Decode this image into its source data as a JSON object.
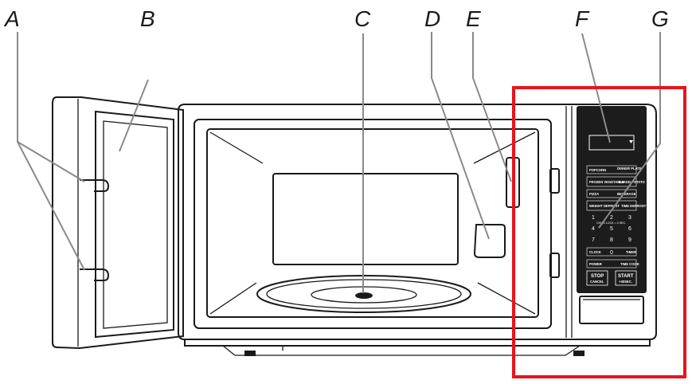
{
  "callouts": {
    "a": "A",
    "b": "B",
    "c": "C",
    "d": "D",
    "e": "E",
    "f": "F",
    "g": "G"
  },
  "colors": {
    "highlight": "#e8141b",
    "panel": "#1c1c1c",
    "line": "#1a1a1a",
    "leader": "#8a8a8a"
  },
  "panel": {
    "btn_popcorn": "POPCORN",
    "btn_dinner_plate": "DINNER PLATE",
    "btn_frozen_vegetable": "FROZEN VEGETABLE",
    "btn_baked_potato": "BAKED POTATO",
    "btn_pizza": "PIZZA",
    "btn_beverage": "BEVERAGE",
    "btn_weight_defrost": "WEIGHT DEFROST",
    "btn_time_defrost": "TIME DEFROST",
    "keypad_note": "CHILD LOCK = 4 SEC.",
    "digits": [
      "1",
      "2",
      "3",
      "4",
      "5",
      "6",
      "7",
      "8",
      "9",
      "0"
    ],
    "btn_clock": "CLOCK",
    "btn_timer": "TIMER",
    "btn_power": "POWER",
    "btn_time_cook": "TIME COOK",
    "btn_stop_1": "STOP",
    "btn_stop_2": "CANCEL",
    "btn_start_1": "START",
    "btn_start_2": "+30SEC."
  }
}
